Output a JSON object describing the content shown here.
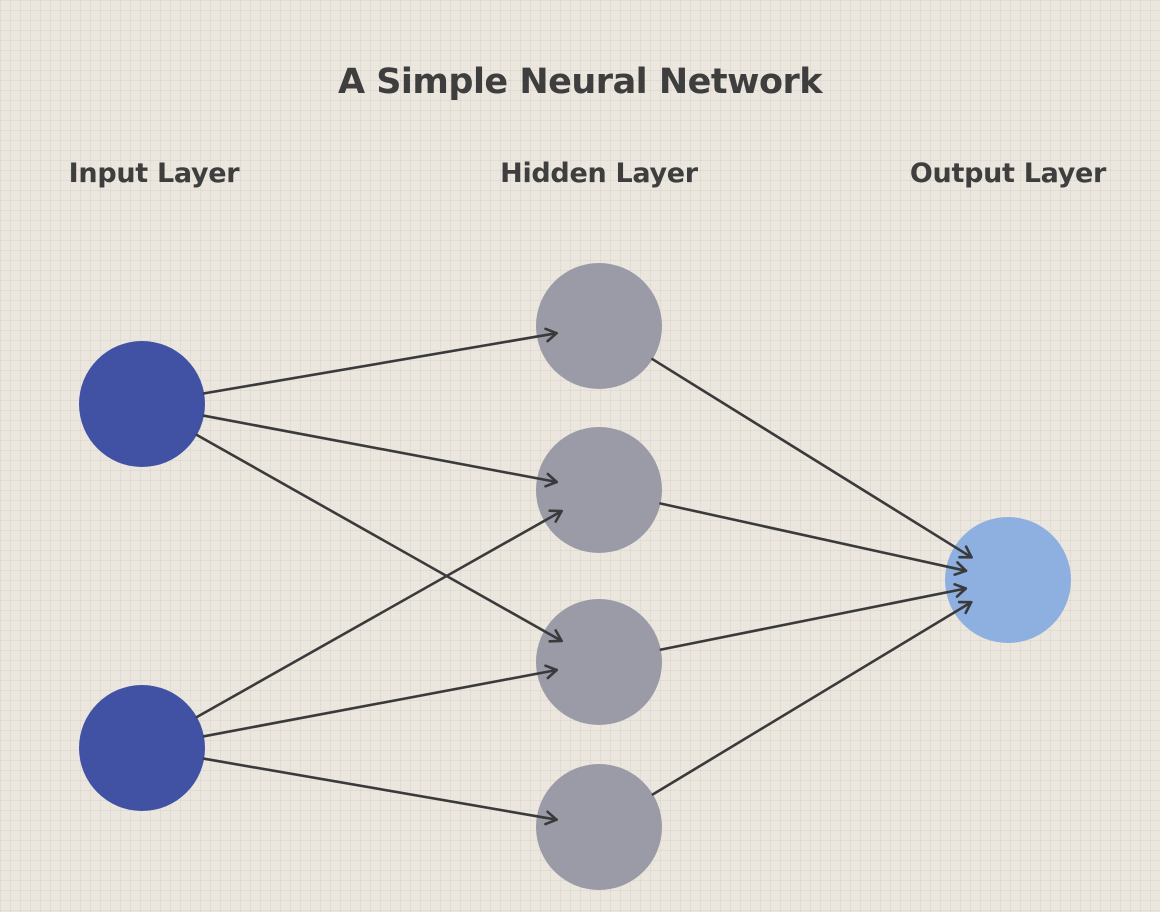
{
  "title": "A Simple Neural Network",
  "layers": {
    "input": {
      "label": "Input Layer",
      "node_count": 2
    },
    "hidden": {
      "label": "Hidden Layer",
      "node_count": 4
    },
    "output": {
      "label": "Output Layer",
      "node_count": 1
    }
  },
  "colors": {
    "background": "#ebe6de",
    "input_node": "#4152a4",
    "hidden_node": "#9b9ba8",
    "output_node": "#8eb0e0",
    "edge": "#3a3a3a",
    "text": "#3e3e3e"
  },
  "connections": [
    {
      "from": "input-1",
      "to": "hidden-1"
    },
    {
      "from": "input-1",
      "to": "hidden-2"
    },
    {
      "from": "input-1",
      "to": "hidden-3"
    },
    {
      "from": "input-2",
      "to": "hidden-2"
    },
    {
      "from": "input-2",
      "to": "hidden-3"
    },
    {
      "from": "input-2",
      "to": "hidden-4"
    },
    {
      "from": "hidden-1",
      "to": "output-1"
    },
    {
      "from": "hidden-2",
      "to": "output-1"
    },
    {
      "from": "hidden-3",
      "to": "output-1"
    },
    {
      "from": "hidden-4",
      "to": "output-1"
    }
  ]
}
